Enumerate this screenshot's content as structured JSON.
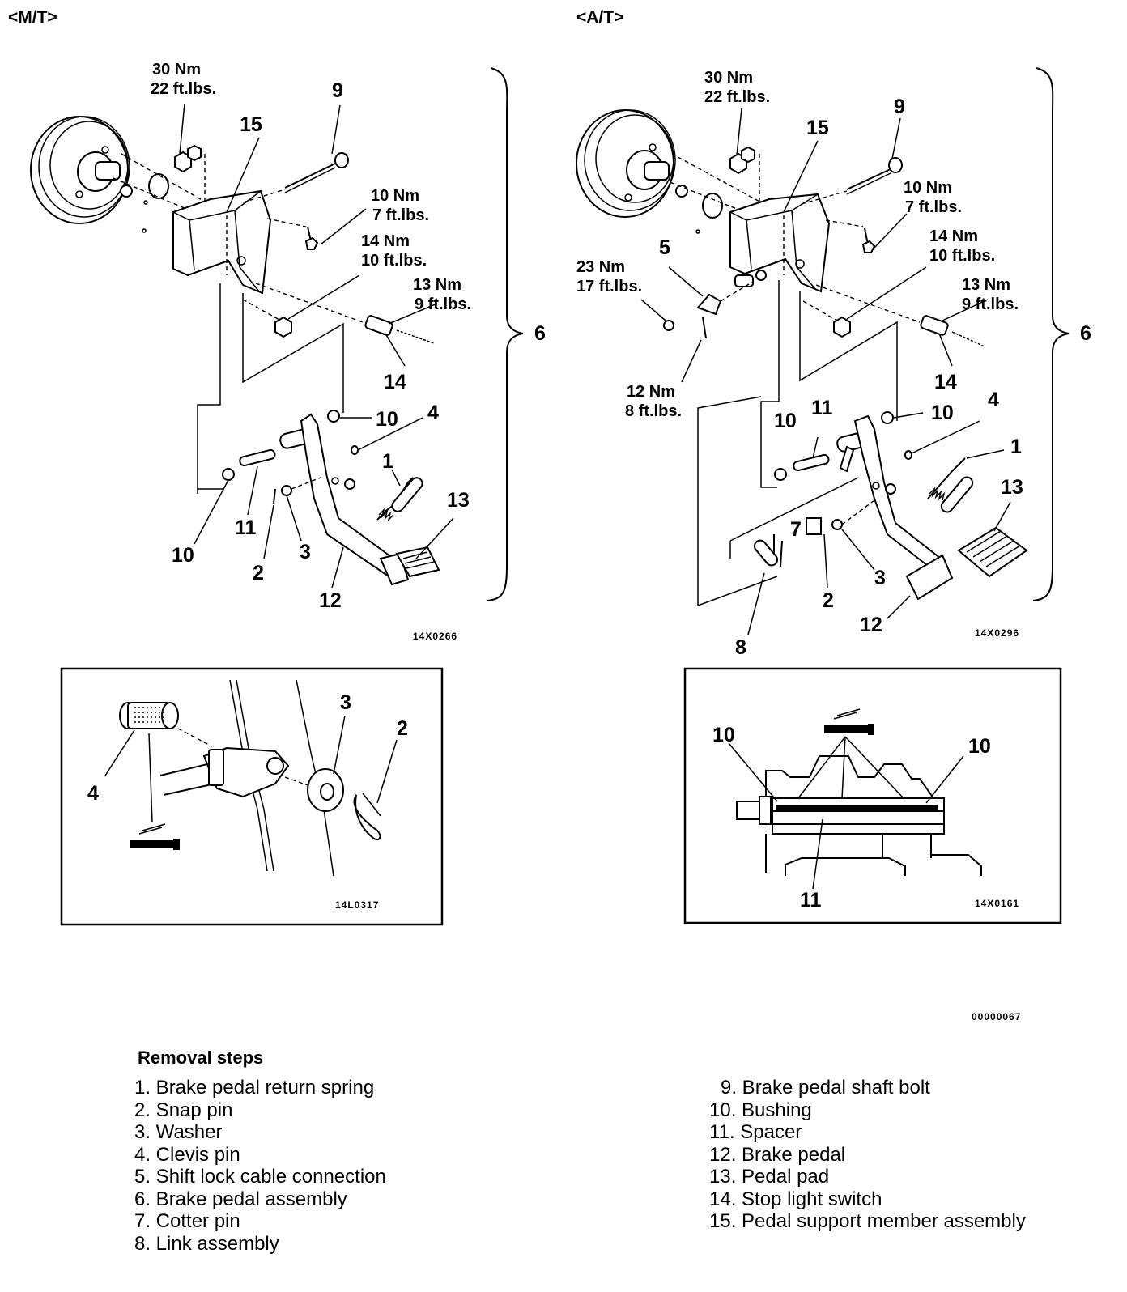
{
  "headers": {
    "mt": "<M/T>",
    "at": "<A/T>"
  },
  "mt_labels": {
    "torque_30": [
      "30 Nm",
      "22 ft.lbs."
    ],
    "torque_10": [
      "10 Nm",
      "7 ft.lbs."
    ],
    "torque_14": [
      "14 Nm",
      "10 ft.lbs."
    ],
    "torque_13": [
      "13 Nm",
      "9 ft.lbs."
    ],
    "n9": "9",
    "n15": "15",
    "n6": "6",
    "n14": "14",
    "n10a": "10",
    "n4": "4",
    "n1": "1",
    "n13": "13",
    "n10b": "10",
    "n11": "11",
    "n2": "2",
    "n3": "3",
    "n12": "12",
    "code": "14X0266"
  },
  "at_labels": {
    "torque_30": [
      "30 Nm",
      "22 ft.lbs."
    ],
    "torque_10": [
      "10 Nm",
      "7 ft.lbs."
    ],
    "torque_14": [
      "14 Nm",
      "10 ft.lbs."
    ],
    "torque_13": [
      "13 Nm",
      "9 ft.lbs."
    ],
    "torque_23": [
      "23 Nm",
      "17 ft.lbs."
    ],
    "torque_12": [
      "12 Nm",
      "8 ft.lbs."
    ],
    "n9": "9",
    "n15": "15",
    "n5": "5",
    "n6": "6",
    "n14": "14",
    "n10a": "10",
    "n4": "4",
    "n10b": "10",
    "n11": "11",
    "n1": "1",
    "n13": "13",
    "n7": "7",
    "n3": "3",
    "n2": "2",
    "n12": "12",
    "n8": "8",
    "code": "14X0296"
  },
  "detail_left": {
    "n3": "3",
    "n2": "2",
    "n4": "4",
    "code": "14L0317"
  },
  "detail_right": {
    "n10a": "10",
    "n10b": "10",
    "n11": "11",
    "code": "14X0161"
  },
  "figure_code": "00000067",
  "legend": {
    "title": "Removal steps",
    "left": [
      "1. Brake pedal return spring",
      "2. Snap pin",
      "3. Washer",
      "4. Clevis pin",
      "5. Shift lock cable connection",
      "6. Brake pedal assembly",
      "7. Cotter pin",
      "8. Link assembly"
    ],
    "right": [
      "9. Brake pedal shaft bolt",
      "10. Bushing",
      "11. Spacer",
      "12. Brake pedal",
      "13. Pedal pad",
      "14. Stop light switch",
      "15. Pedal support member assembly"
    ]
  }
}
